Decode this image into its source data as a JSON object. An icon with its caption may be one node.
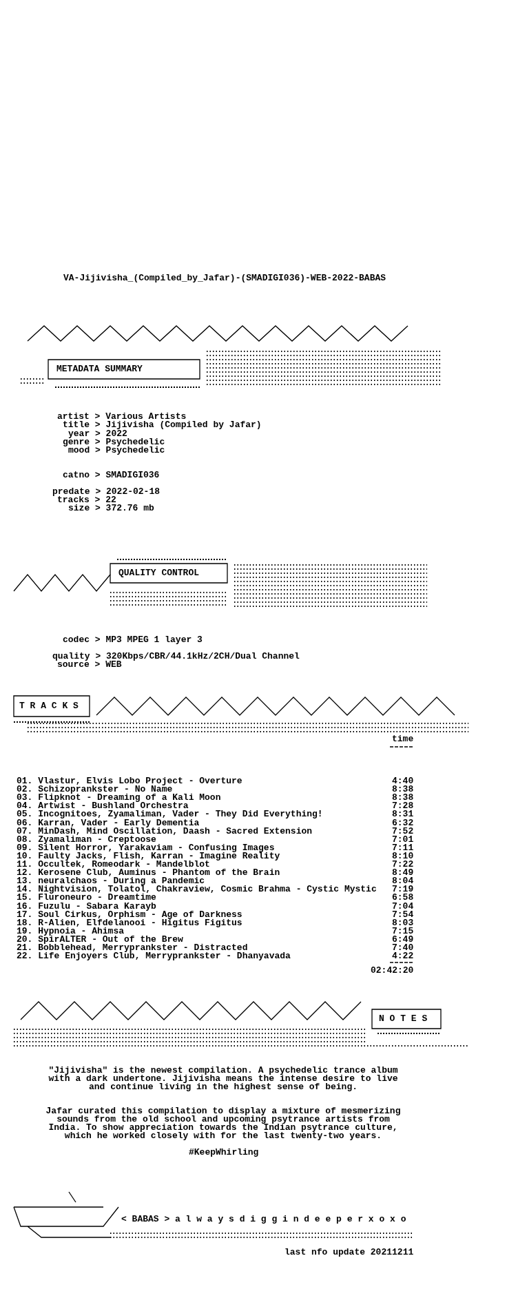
{
  "diagram": {
    "labels": [
      "VA-Jijivisha_(Compiled_by_Jafar)-(SMADIGI036)-WEB-2022-BABAS",
      "METADATA SUMMARY",
      "artist > Various Artists",
      "title > Jijivisha (Compiled by Jafar)",
      "year > 2022",
      "genre > Psychedelic",
      "mood > Psychedelic",
      "catno > SMADIGI036",
      "predate > 2022-02-18",
      "tracks > 22",
      "size > 372.76 mb",
      "QUALITY CONTROL",
      "codec > MP3 MPEG 1 layer 3",
      "quality > 320Kbps/CBR/44.1kHz/2CH/Dual Channel",
      "source > WEB",
      "T R A C K S",
      "time",
      "01. Vlastur, Elvis Lobo Project - Overture",
      "4:40",
      "02. Schizoprankster - No Name",
      "8:38",
      "03. Flipknot - Dreaming of a Kali Moon",
      "8:38",
      "04. Artwist - Bushland Orchestra",
      "7:28",
      "05. Incognitoes, Zyamaliman, Vader - They Did Everything!",
      "8:31",
      "06. Karran, Vader - Early Dementia",
      "6:32",
      "07. MinDash, Mind Oscillation, Daash - Sacred Extension",
      "7:52",
      "08. Zyamaliman - Creptoose",
      "7:01",
      "09. Silent Horror, Yarakaviam - Confusing Images",
      "7:11",
      "10. Faulty Jacks, Flish, Karran - Imagine Reality",
      "8:10",
      "11. Occultek, Romeodark - Mandelblot",
      "7:22",
      "12. Kerosene Club, Auminus - Phantom of the Brain",
      "8:49",
      "13. neuralchaos - During a Pandemic",
      "8:04",
      "14. Nightvision, Tolatol, Chakraview, Cosmic Brahma - Cystic Mystic",
      "7:19",
      "15. Fluroneuro - Dreamtime",
      "6:58",
      "16. Fuzulu - Sabara Karayb",
      "7:04",
      "17. Soul Cirkus, Orphism - Age of Darkness",
      "7:54",
      "18. R-Alien, Elfdelanooi - Higitus Figitus",
      "8:03",
      "19. Hypnoia - Ahimsa",
      "7:15",
      "20. SpirALTER - Out of the Brew",
      "6:49",
      "21. Bobblehead, Merryprankster - Distracted",
      "7:40",
      "22. Life Enjoyers Club, Merryprankster - Dhanyavada",
      "4:22",
      "02:42:20",
      "N O T E S",
      "\"Jijivisha\" is the newest compilation. A psychedelic trance album with a dark undertone. Jijivisha means the intense desire to live and continue living in the highest sense of being.",
      "Jafar curated this compilation to display a mixture of mesmerizing sounds from the old school and upcoming psytrance artists from India. To show appreciation towards the Indian psytrance culture, which he worked closely with for the last twenty-two years.",
      "#KeepWhirling",
      "< BABAS > a l w a y s d i g g i n d e e p e r x o x o",
      "last nfo update 20211211"
    ]
  }
}
